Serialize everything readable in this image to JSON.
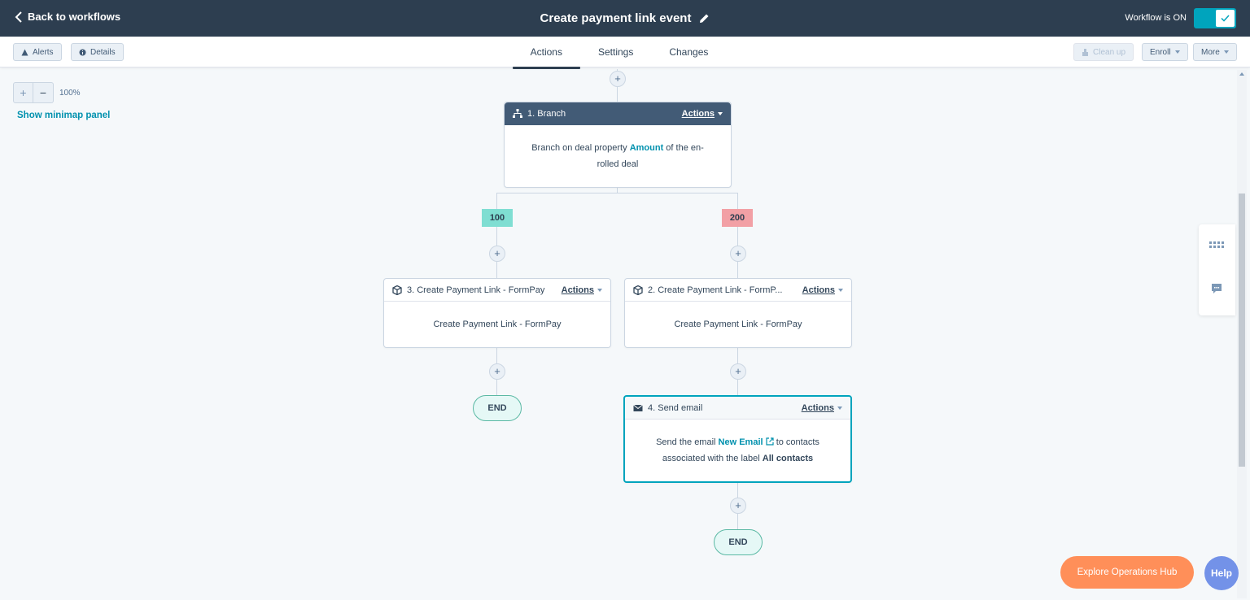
{
  "topbar": {
    "back_label": "Back to workflows",
    "title": "Create payment link event",
    "status_label": "Workflow is ON",
    "toggle_on": true
  },
  "subnav": {
    "alerts_label": "Alerts",
    "details_label": "Details",
    "tabs": [
      {
        "label": "Actions",
        "active": true
      },
      {
        "label": "Settings",
        "active": false
      },
      {
        "label": "Changes",
        "active": false
      }
    ],
    "cleanup_label": "Clean up",
    "enroll_label": "Enroll",
    "more_label": "More"
  },
  "canvas": {
    "zoom_in": "+",
    "zoom_out": "−",
    "zoom_level": "100%",
    "minimap_label": "Show minimap panel",
    "plus_symbol": "+",
    "branch": {
      "title": "1. Branch",
      "actions_label": "Actions",
      "body_prefix": "Branch on deal property",
      "body_link": "Amount",
      "body_suffix": "of the en-rolled deal"
    },
    "branches": [
      {
        "label": "100",
        "color": "#7fded2"
      },
      {
        "label": "200",
        "color": "#f2a0a5"
      }
    ],
    "action_left": {
      "title": "3. Create Payment Link - FormPay",
      "actions_label": "Actions",
      "body": "Create Payment Link - FormPay"
    },
    "action_right": {
      "title": "2. Create Payment Link - FormP...",
      "actions_label": "Actions",
      "body": "Create Payment Link - FormPay"
    },
    "email": {
      "title": "4. Send email",
      "actions_label": "Actions",
      "body_prefix": "Send the email",
      "body_link": "New Email",
      "body_mid": "to contacts associated with the label",
      "body_bold": "All contacts"
    },
    "end_label": "END"
  },
  "widgets": {
    "explore_label": "Explore Operations Hub",
    "help_label": "Help"
  },
  "colors": {
    "topbar": "#2d3e50",
    "accent": "#00a4bd",
    "link": "#0091ae",
    "explore": "#ff8f59",
    "help": "#7392e8"
  }
}
